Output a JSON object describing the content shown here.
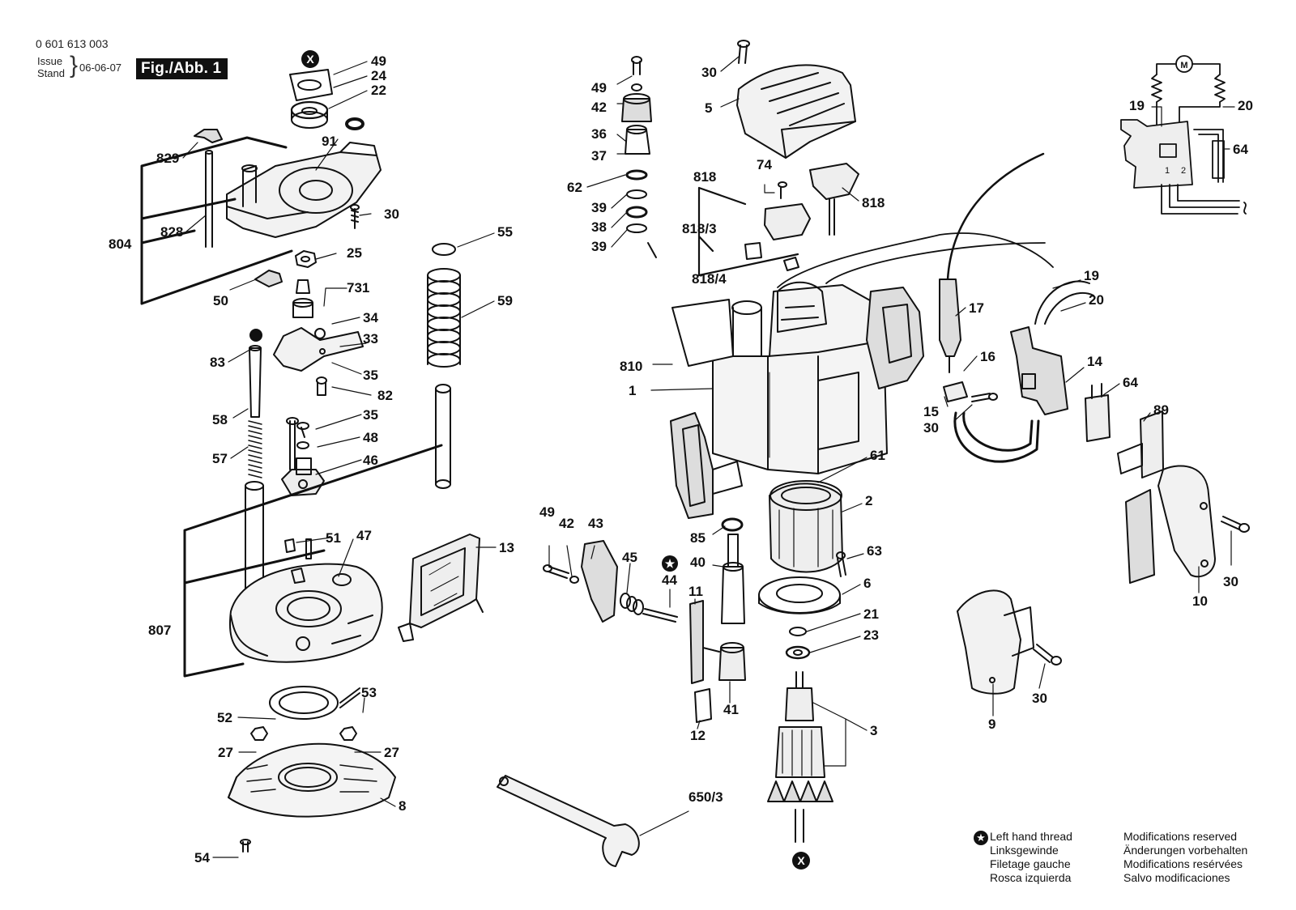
{
  "header": {
    "doc_number": "0 601 613 003",
    "issue_label": "Issue",
    "stand_label": "Stand",
    "issue_date": "06-06-07",
    "figure_title": "Fig./Abb. 1"
  },
  "legend": {
    "left_hand": [
      "Left hand thread",
      "Linksgewinde",
      "Filetage gauche",
      "Rosca izquierda"
    ],
    "modifications": [
      "Modifications reserved",
      "Änderungen vorbehalten",
      "Modifications resérvées",
      "Salvo modificaciones"
    ]
  },
  "switch_terminals": [
    "1",
    "2"
  ],
  "part_labels": [
    {
      "id": "lbl-49a",
      "text": "49"
    },
    {
      "id": "lbl-24",
      "text": "24"
    },
    {
      "id": "lbl-22",
      "text": "22"
    },
    {
      "id": "lbl-91",
      "text": "91"
    },
    {
      "id": "lbl-829",
      "text": "829"
    },
    {
      "id": "lbl-804",
      "text": "804"
    },
    {
      "id": "lbl-828",
      "text": "828"
    },
    {
      "id": "lbl-30a",
      "text": "30"
    },
    {
      "id": "lbl-25",
      "text": "25"
    },
    {
      "id": "lbl-50",
      "text": "50"
    },
    {
      "id": "lbl-731",
      "text": "731"
    },
    {
      "id": "lbl-34",
      "text": "34"
    },
    {
      "id": "lbl-33",
      "text": "33"
    },
    {
      "id": "lbl-83",
      "text": "83"
    },
    {
      "id": "lbl-35a",
      "text": "35"
    },
    {
      "id": "lbl-82",
      "text": "82"
    },
    {
      "id": "lbl-58",
      "text": "58"
    },
    {
      "id": "lbl-35b",
      "text": "35"
    },
    {
      "id": "lbl-48",
      "text": "48"
    },
    {
      "id": "lbl-57",
      "text": "57"
    },
    {
      "id": "lbl-46",
      "text": "46"
    },
    {
      "id": "lbl-55",
      "text": "55"
    },
    {
      "id": "lbl-59",
      "text": "59"
    },
    {
      "id": "lbl-51",
      "text": "51"
    },
    {
      "id": "lbl-47",
      "text": "47"
    },
    {
      "id": "lbl-807",
      "text": "807"
    },
    {
      "id": "lbl-13",
      "text": "13"
    },
    {
      "id": "lbl-53",
      "text": "53"
    },
    {
      "id": "lbl-52",
      "text": "52"
    },
    {
      "id": "lbl-27a",
      "text": "27"
    },
    {
      "id": "lbl-27b",
      "text": "27"
    },
    {
      "id": "lbl-8",
      "text": "8"
    },
    {
      "id": "lbl-54",
      "text": "54"
    },
    {
      "id": "lbl-49b",
      "text": "49"
    },
    {
      "id": "lbl-42a",
      "text": "42"
    },
    {
      "id": "lbl-36",
      "text": "36"
    },
    {
      "id": "lbl-37",
      "text": "37"
    },
    {
      "id": "lbl-62",
      "text": "62"
    },
    {
      "id": "lbl-39a",
      "text": "39"
    },
    {
      "id": "lbl-38",
      "text": "38"
    },
    {
      "id": "lbl-39b",
      "text": "39"
    },
    {
      "id": "lbl-30b",
      "text": "30"
    },
    {
      "id": "lbl-5",
      "text": "5"
    },
    {
      "id": "lbl-818a",
      "text": "818"
    },
    {
      "id": "lbl-74",
      "text": "74"
    },
    {
      "id": "lbl-818b",
      "text": "818"
    },
    {
      "id": "lbl-818-3",
      "text": "818/3"
    },
    {
      "id": "lbl-818-4",
      "text": "818/4"
    },
    {
      "id": "lbl-810",
      "text": "810"
    },
    {
      "id": "lbl-1",
      "text": "1"
    },
    {
      "id": "lbl-17",
      "text": "17"
    },
    {
      "id": "lbl-16",
      "text": "16"
    },
    {
      "id": "lbl-15",
      "text": "15"
    },
    {
      "id": "lbl-30c",
      "text": "30"
    },
    {
      "id": "lbl-19a",
      "text": "19"
    },
    {
      "id": "lbl-20a",
      "text": "20"
    },
    {
      "id": "lbl-14",
      "text": "14"
    },
    {
      "id": "lbl-64a",
      "text": "64"
    },
    {
      "id": "lbl-89",
      "text": "89"
    },
    {
      "id": "lbl-30d",
      "text": "30"
    },
    {
      "id": "lbl-10",
      "text": "10"
    },
    {
      "id": "lbl-19b",
      "text": "19"
    },
    {
      "id": "lbl-20b",
      "text": "20"
    },
    {
      "id": "lbl-64b",
      "text": "64"
    },
    {
      "id": "lbl-61",
      "text": "61"
    },
    {
      "id": "lbl-2",
      "text": "2"
    },
    {
      "id": "lbl-85",
      "text": "85"
    },
    {
      "id": "lbl-40",
      "text": "40"
    },
    {
      "id": "lbl-63",
      "text": "63"
    },
    {
      "id": "lbl-6",
      "text": "6"
    },
    {
      "id": "lbl-21",
      "text": "21"
    },
    {
      "id": "lbl-23",
      "text": "23"
    },
    {
      "id": "lbl-3",
      "text": "3"
    },
    {
      "id": "lbl-49c",
      "text": "49"
    },
    {
      "id": "lbl-42b",
      "text": "42"
    },
    {
      "id": "lbl-43",
      "text": "43"
    },
    {
      "id": "lbl-45",
      "text": "45"
    },
    {
      "id": "lbl-44",
      "text": "44"
    },
    {
      "id": "lbl-11",
      "text": "11"
    },
    {
      "id": "lbl-41",
      "text": "41"
    },
    {
      "id": "lbl-12",
      "text": "12"
    },
    {
      "id": "lbl-650-3",
      "text": "650/3"
    },
    {
      "id": "lbl-9",
      "text": "9"
    },
    {
      "id": "lbl-30e",
      "text": "30"
    }
  ]
}
